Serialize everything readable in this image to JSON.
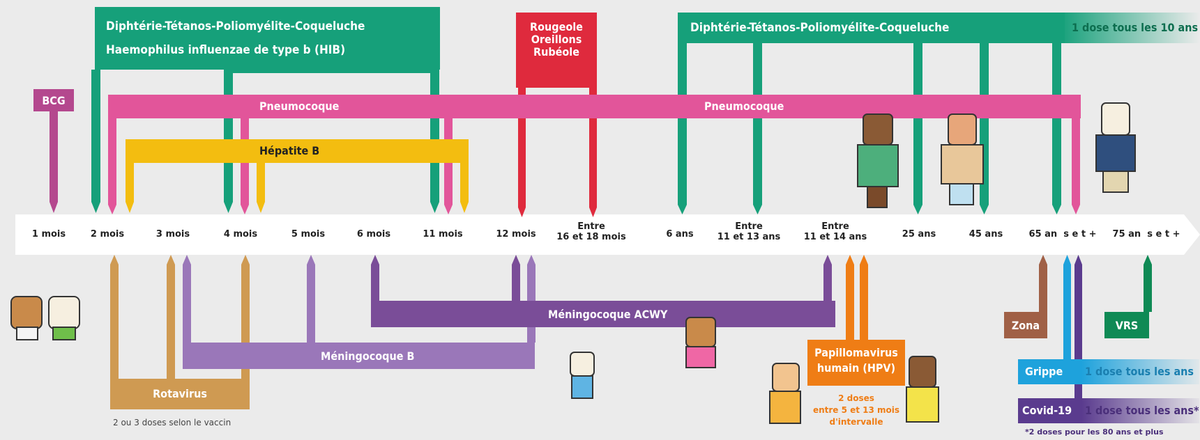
{
  "vaccines": {
    "dtp_hib_line1": "Diphtérie-Tétanos-Poliomyélite-Coqueluche",
    "dtp_hib_line2": "Haemophilus influenzae de type b (HIB)",
    "ror_line1": "Rougeole",
    "ror_line2": "Oreillons",
    "ror_line3": "Rubéole",
    "dtp_adult": "Diphtérie-Tétanos-Poliomyélite-Coqueluche",
    "dtp_booster": "1 dose tous les 10 ans",
    "bcg": "BCG",
    "pneumo_left": "Pneumocoque",
    "pneumo_right": "Pneumocoque",
    "hepb": "Hépatite B",
    "menacwy": "Méningocoque ACWY",
    "menb": "Méningocoque B",
    "rotavirus": "Rotavirus",
    "rotavirus_note": "2 ou 3 doses selon le vaccin",
    "hpv_line1": "Papillomavirus",
    "hpv_line2": "humain (HPV)",
    "hpv_note_line1": "2 doses",
    "hpv_note_line2": "entre 5 et 13 mois",
    "hpv_note_line3": "d'intervalle",
    "zona": "Zona",
    "vrs": "VRS",
    "grippe": "Grippe",
    "grippe_freq": "1 dose tous les ans",
    "covid": "Covid-19",
    "covid_freq": "1 dose tous les ans*",
    "covid_note": "*2 doses pour les 80 ans et plus"
  },
  "timeline": {
    "ticks": [
      {
        "l1": "1 mois"
      },
      {
        "l1": "2 mois"
      },
      {
        "l1": "3 mois"
      },
      {
        "l1": "4 mois"
      },
      {
        "l1": "5 mois"
      },
      {
        "l1": "6 mois"
      },
      {
        "l1": "11 mois"
      },
      {
        "l1": "12 mois"
      },
      {
        "l1": "Entre",
        "l2": "16 et 18 mois"
      },
      {
        "l1": "6 ans"
      },
      {
        "l1": "Entre",
        "l2": "11 et 13 ans"
      },
      {
        "l1": "Entre",
        "l2": "11 et 14 ans"
      },
      {
        "l1": "25 ans"
      },
      {
        "l1": "45 ans"
      },
      {
        "l1": "65 an  s e t +"
      },
      {
        "l1": "75 an  s e t +"
      }
    ]
  },
  "colors": {
    "green": "#16a07a",
    "pink": "#e2559a",
    "yellow": "#f3bd10",
    "red": "#df2a3d",
    "magenta": "#b4488e",
    "orange": "#ef7d15",
    "purple_light": "#9a77b9",
    "purple_dark": "#7a4d98",
    "gold": "#cf9a52",
    "brown": "#a06046",
    "blue": "#1ea2dc",
    "violet": "#5a3b8e",
    "dgreen": "#0f8a55"
  }
}
